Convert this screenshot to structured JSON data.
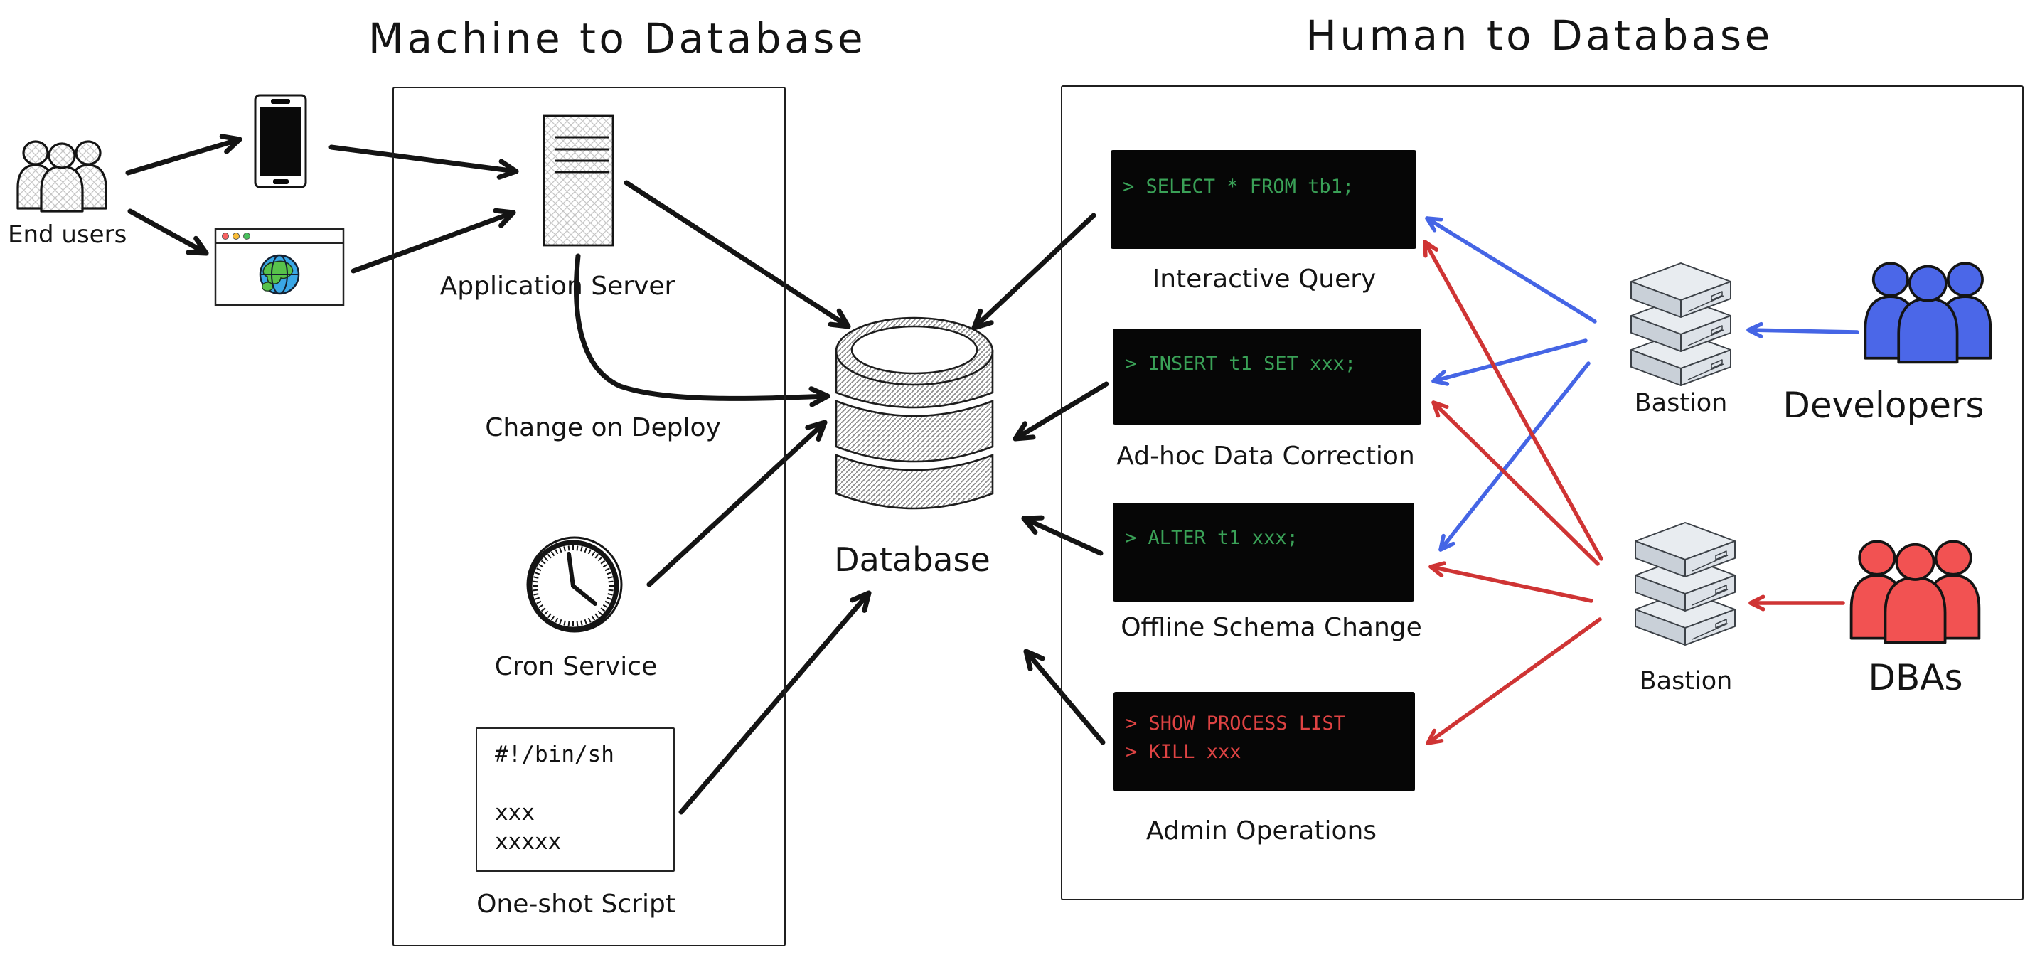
{
  "titles": {
    "machine": "Machine to Database",
    "human": "Human to Database"
  },
  "colors": {
    "ink": "#141414",
    "terminal_background": "#060606",
    "terminal_green": "#3aa157",
    "terminal_red": "#de4343",
    "arrow_blue": "#4565e5",
    "arrow_red": "#cf3434",
    "developers_fill": "#4b67e8",
    "dbas_fill": "#f25252",
    "bastion_gray": "#dde2e8",
    "globe_blue": "#3aa7e6",
    "globe_land": "#58c24b",
    "browser_dot_red": "#f86060",
    "browser_dot_yellow": "#f8bb35",
    "browser_dot_green": "#48c15c"
  },
  "icons": {
    "end_users": "users-group-icon",
    "mobile": "smartphone-icon",
    "web": "browser-globe-icon",
    "application_server": "server-document-icon",
    "cron": "clock-icon",
    "database": "database-cylinder-icon",
    "bastion": "server-stack-icon",
    "developers": "users-group-icon",
    "dbas": "users-group-icon"
  },
  "machine": {
    "end_users_label": "End users",
    "application_server_label": "Application Server",
    "change_on_deploy_label": "Change on Deploy",
    "cron_service_label": "Cron Service",
    "one_shot_script_label": "One-shot Script",
    "script_lines": [
      "#!/bin/sh",
      "",
      "xxx",
      "xxxxx"
    ]
  },
  "database_label": "Database",
  "human": {
    "terminals": [
      {
        "label": "Interactive Query",
        "tone": "green",
        "lines": [
          "> SELECT * FROM tb1;"
        ]
      },
      {
        "label": "Ad-hoc Data Correction",
        "tone": "green",
        "lines": [
          "> INSERT t1 SET xxx;"
        ]
      },
      {
        "label": "Offline Schema Change",
        "tone": "green",
        "lines": [
          "> ALTER t1 xxx;"
        ]
      },
      {
        "label": "Admin Operations",
        "tone": "red",
        "lines": [
          "> SHOW PROCESS LIST",
          "> KILL xxx"
        ]
      }
    ],
    "bastion_top_label": "Bastion",
    "bastion_bottom_label": "Bastion",
    "developers_label": "Developers",
    "dbas_label": "DBAs"
  }
}
